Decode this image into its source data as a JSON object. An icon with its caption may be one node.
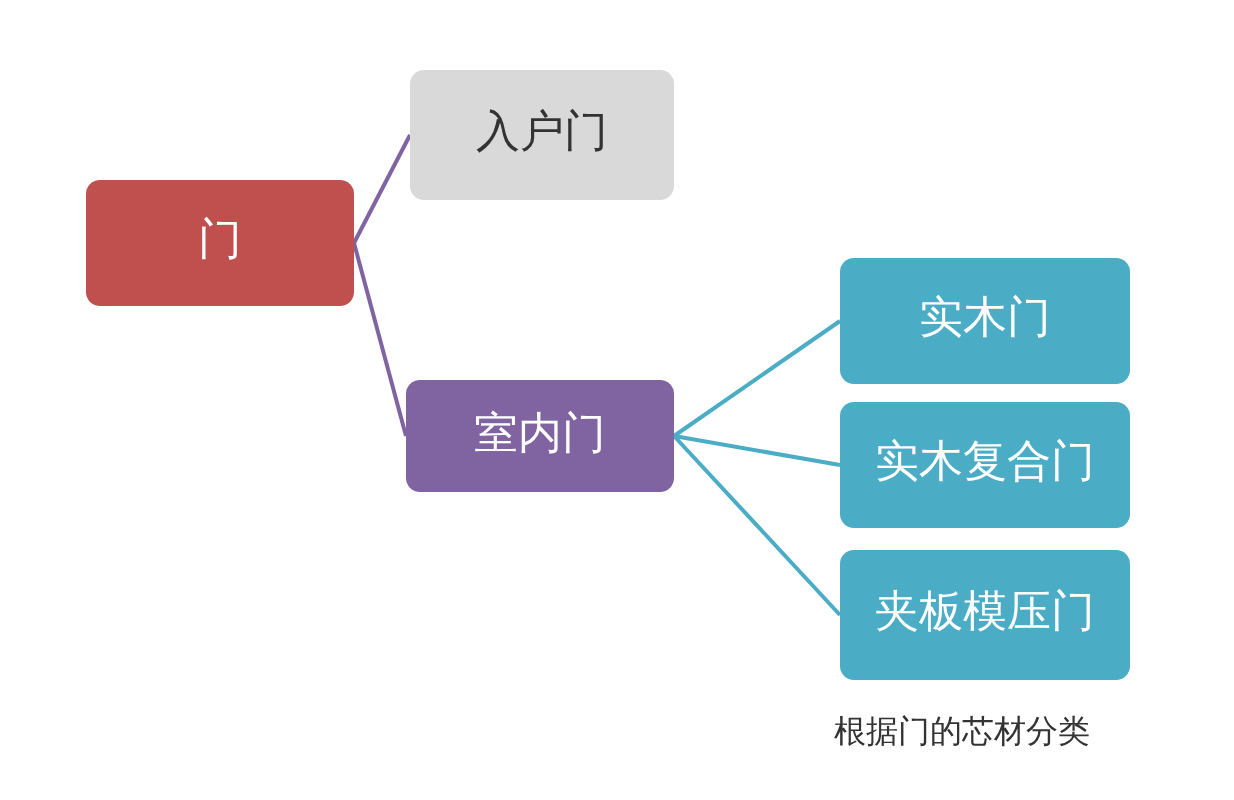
{
  "diagram": {
    "nodes": [
      {
        "text": [
          "门"
        ]
      },
      {
        "text": [
          "入户门"
        ]
      },
      {
        "text": [
          "室内门"
        ]
      },
      {
        "text": [
          "实木门"
        ]
      },
      {
        "text": [
          "实木复合门"
        ]
      },
      {
        "text": [
          "夹板模压门"
        ]
      }
    ],
    "edges": [
      {
        "from": 0,
        "to": 1,
        "arrow": "none",
        "color": "#8064a2"
      },
      {
        "from": 0,
        "to": 2,
        "arrow": "none",
        "color": "#8064a2"
      },
      {
        "from": 2,
        "to": 3,
        "arrow": "none"
      },
      {
        "from": 2,
        "to": 4,
        "arrow": "none"
      },
      {
        "from": 2,
        "to": 5,
        "arrow": "none"
      }
    ],
    "labels": [
      "根据门的芯材分类"
    ]
  }
}
